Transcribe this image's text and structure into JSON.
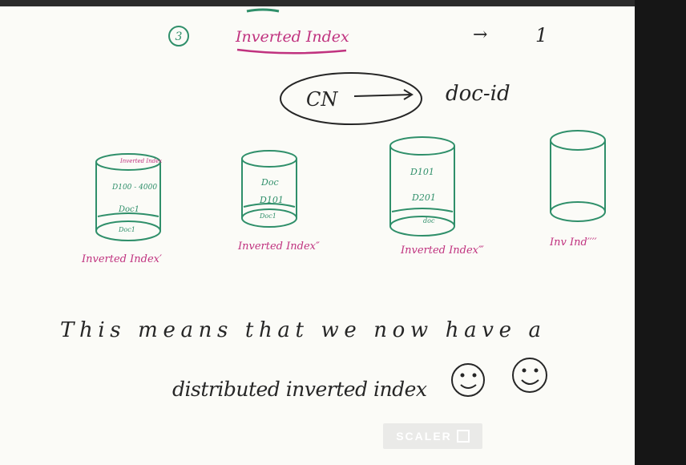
{
  "heading": {
    "step_number": "3",
    "title": "Inverted Index",
    "arrow": "→",
    "count": "1"
  },
  "mapping": {
    "left": "CN",
    "right": "doc-id"
  },
  "shards": [
    {
      "label": "Inverted Index′",
      "inner": [
        "Inverted Index",
        "D100 - 4000",
        "Doc1",
        "Doc1"
      ]
    },
    {
      "label": "Inverted Index″",
      "inner": [
        "Doc",
        "D101",
        "Doc1"
      ]
    },
    {
      "label": "Inverted Index‴",
      "inner": [
        "D101",
        "D201",
        "doc"
      ]
    },
    {
      "label": "Inv Ind′′′′",
      "inner": []
    }
  ],
  "statement": {
    "line1": "This means that we now have a",
    "line2": "distributed inverted index"
  },
  "smileys": [
    "smiley-1",
    "smiley-2"
  ],
  "watermark": "SCALER",
  "colors": {
    "ink_green": "#2f8f6a",
    "ink_magenta": "#c0327f",
    "ink_black": "#262626",
    "paper": "#fbfbf7"
  }
}
